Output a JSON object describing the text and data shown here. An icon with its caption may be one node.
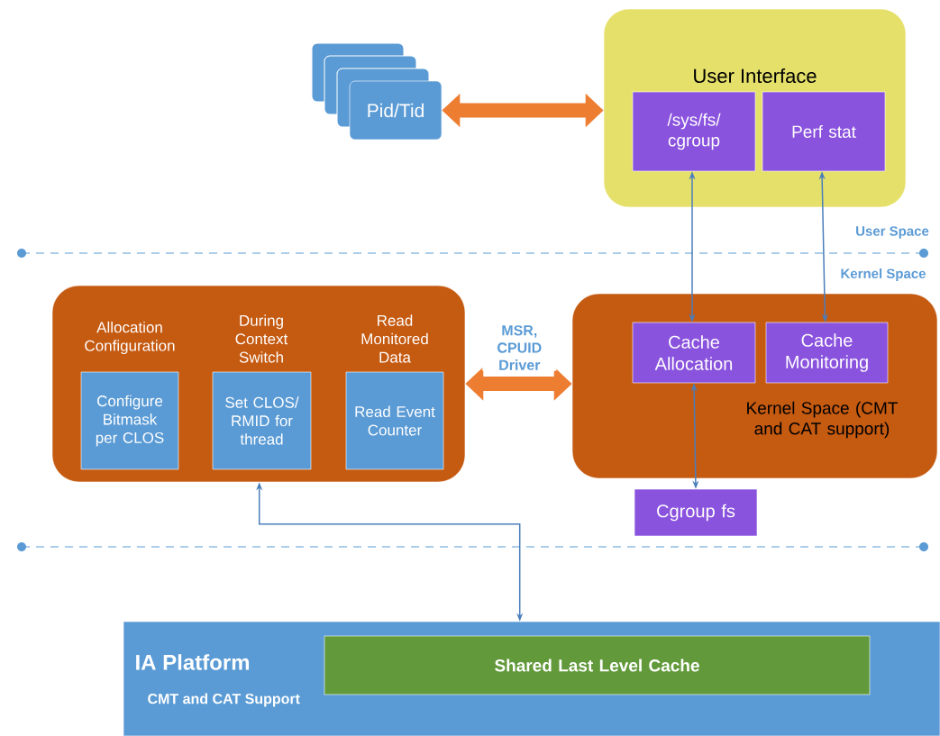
{
  "diagram": {
    "nodes": [
      {
        "text": [
          "Pid/Tid"
        ]
      },
      {
        "text": [
          "User Interface"
        ]
      },
      {
        "text": [
          "/sys/fs/ cgroup"
        ],
        "in": 1
      },
      {
        "text": [
          "Perf stat"
        ],
        "in": 1
      },
      {
        "text": [],
        "shape": "box"
      },
      {
        "text": [
          "Allocation Configuration",
          "Configure Bitmask per CLOS"
        ],
        "in": 4
      },
      {
        "text": [
          "During Context Switch",
          "Set CLOS/ RMID for thread"
        ],
        "in": 4
      },
      {
        "text": [
          "Read Monitored Data",
          "Read Event Counter"
        ],
        "in": 4
      },
      {
        "text": [
          "Kernel Space (CMT and CAT support)"
        ]
      },
      {
        "text": [
          "Cache Allocation"
        ],
        "in": 8
      },
      {
        "text": [
          "Cache Monitoring"
        ],
        "in": 8
      },
      {
        "text": [
          "Cgroup fs"
        ]
      },
      {
        "text": [
          "IA Platform",
          "CMT and CAT Support"
        ]
      },
      {
        "text": [
          "Shared Last Level Cache"
        ],
        "in": 12
      }
    ],
    "edges": [
      {
        "from": 0,
        "to": 1,
        "arrow": "both",
        "style": "thick",
        "color": "#ed7d31"
      },
      {
        "from": 2,
        "to": 9,
        "arrow": "both"
      },
      {
        "from": 3,
        "to": 10,
        "arrow": "both"
      },
      {
        "from": 4,
        "to": 8,
        "arrow": "both",
        "style": "thick",
        "color": "#ed7d31",
        "label": "MSR, CPUID Driver"
      },
      {
        "from": 9,
        "to": 11,
        "arrow": "both"
      },
      {
        "from": 4,
        "to": 12,
        "arrow": "both"
      }
    ],
    "labels": [
      "User Space",
      "Kernel Space"
    ]
  }
}
